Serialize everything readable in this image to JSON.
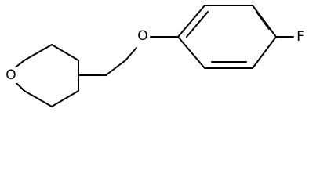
{
  "molecule": {
    "atoms": {
      "oxygen_ring": "O",
      "oxygen_ether": "O",
      "fluorine": "F"
    },
    "colors": {
      "bond": "#000000",
      "label": "#000000",
      "background": "#ffffff"
    }
  }
}
